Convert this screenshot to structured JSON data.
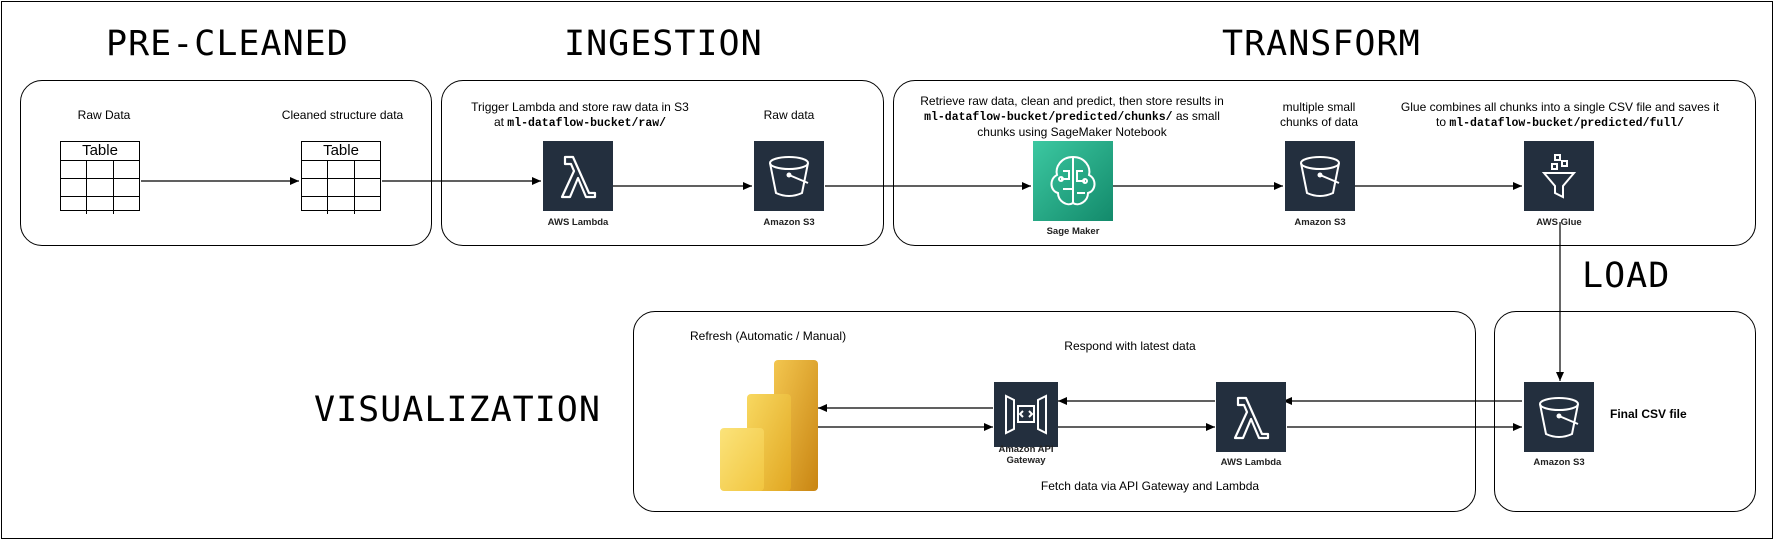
{
  "stages": {
    "pre_cleaned": {
      "title": "PRE-CLEANED",
      "raw_label": "Raw Data",
      "cleaned_label": "Cleaned structure data",
      "table_label": "Table"
    },
    "ingestion": {
      "title": "INGESTION",
      "lambda_desc_line1": "Trigger Lambda and store raw data in S3",
      "lambda_desc_at": "at ",
      "lambda_desc_path": "ml-dataflow-bucket/raw/",
      "lambda_name": "AWS Lambda",
      "s3_label": "Raw data",
      "s3_name": "Amazon S3"
    },
    "transform": {
      "title": "TRANSFORM",
      "sagemaker_desc_line1": "Retrieve raw data, clean and predict, then store results in",
      "sagemaker_desc_path": "ml-dataflow-bucket/predicted/chunks/",
      "sagemaker_desc_suffix": " as small",
      "sagemaker_desc_line3": "chunks using SageMaker Notebook",
      "sagemaker_name": "Sage Maker",
      "chunks_label_line1": "multiple small",
      "chunks_label_line2": "chunks of data",
      "s3_name": "Amazon S3",
      "glue_desc_line1": "Glue combines all chunks into a single CSV file and saves it",
      "glue_desc_to": "to ",
      "glue_desc_path": "ml-dataflow-bucket/predicted/full/",
      "glue_name": "AWS Glue"
    },
    "load": {
      "title": "LOAD",
      "s3_name": "Amazon S3",
      "final_label": "Final CSV file"
    },
    "visualization": {
      "title": "VISUALIZATION",
      "refresh_label": "Refresh (Automatic / Manual)",
      "respond_label": "Respond with latest data",
      "fetch_label": "Fetch data via API Gateway and Lambda",
      "apigw_name_line1": "Amazon API",
      "apigw_name_line2": "Gateway",
      "lambda_name": "AWS Lambda"
    }
  },
  "colors": {
    "aws_tile": "#232f3e",
    "sagemaker_green": "#1fa784",
    "powerbi_yellow": "#f2c811"
  },
  "icons": {
    "lambda": "lambda-icon",
    "s3": "s3-bucket-icon",
    "sagemaker": "sagemaker-brain-icon",
    "glue": "glue-funnel-icon",
    "apigw": "api-gateway-icon",
    "powerbi": "power-bi-icon",
    "table": "table-icon"
  }
}
